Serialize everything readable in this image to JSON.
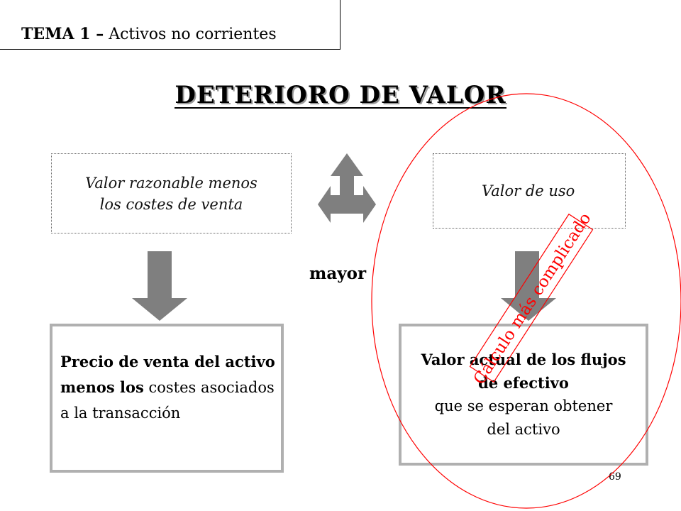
{
  "header": {
    "title_bold": "TEMA 1 –",
    "title_rest": "Activos no corrientes"
  },
  "main_title": "DETERIORO DE VALOR",
  "left": {
    "small_box_line1": "Valor razonable  menos",
    "small_box_line2": "los costes de venta",
    "big_box_bold": "Precio de venta del activo menos los",
    "big_box_rest": "costes asociados a la transacción"
  },
  "right": {
    "small_box": "Valor de uso",
    "big_box_bold_line1": "Valor actual  de los flujos",
    "big_box_bold_line2": "de efectivo",
    "big_box_line3": "que se esperan obtener",
    "big_box_line4": "del activo"
  },
  "comparison_label": "mayor",
  "annotation": {
    "text": "Cálculo más complicado",
    "color": "#ff0000"
  },
  "page_number": "69",
  "colors": {
    "arrow_fill": "#7f7f7f",
    "box_border": "#b0b0b0"
  }
}
